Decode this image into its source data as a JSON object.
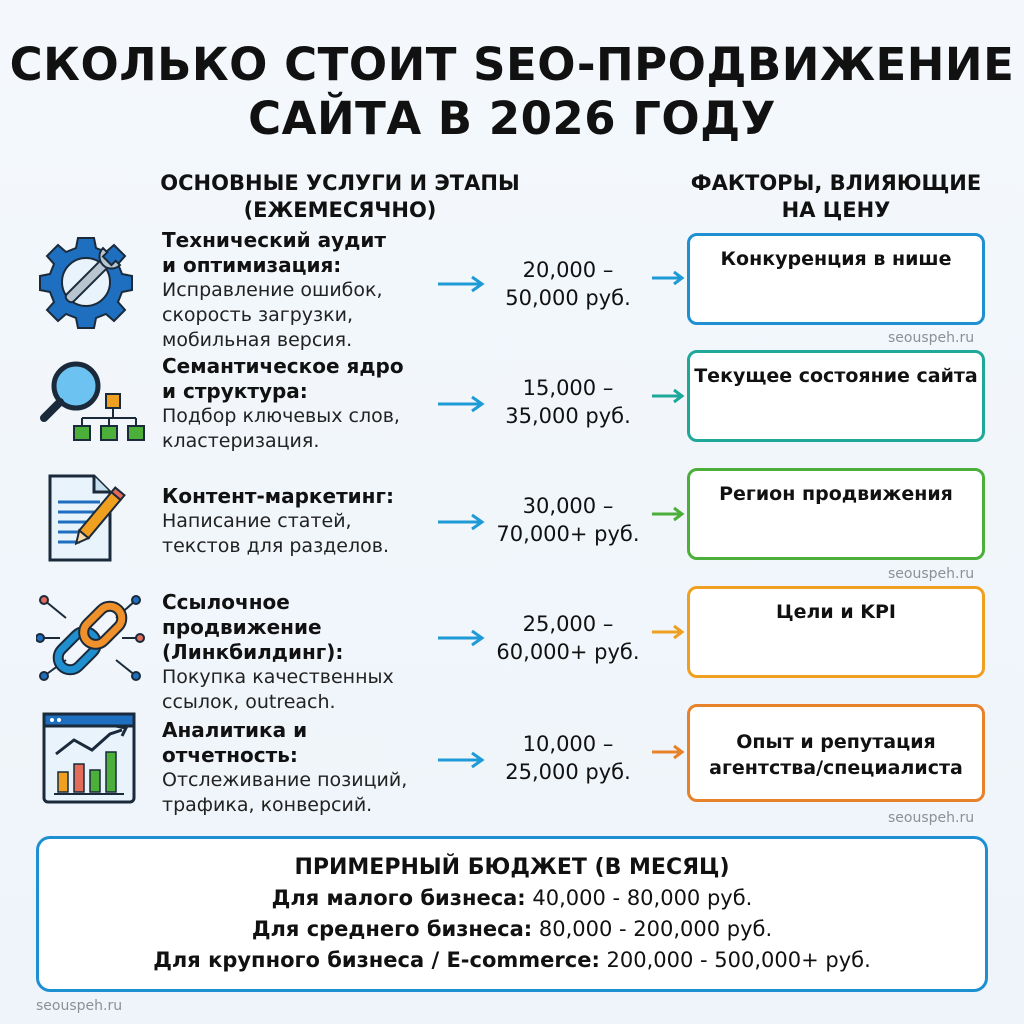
{
  "title": {
    "line1": "СКОЛЬКО СТОИТ SEO-ПРОДВИЖЕНИЕ",
    "line2": "САЙТА В 2026 ГОДУ"
  },
  "left_header": {
    "line1": "ОСНОВНЫЕ УСЛУГИ И ЭТАПЫ",
    "line2": "(ЕЖЕМЕСЯЧНО)"
  },
  "right_header": {
    "line1": "ФАКТОРЫ, ВЛИЯЮЩИЕ",
    "line2": "НА ЦЕНУ"
  },
  "services": [
    {
      "name1": "Технический аудит",
      "name2": "и оптимизация:",
      "desc1": "Исправление ошибок,",
      "desc2": "скорость загрузки,",
      "desc3": "мобильная версия.",
      "price1": "20,000 –",
      "price2": "50,000 руб.",
      "icon": "gear-wrench-icon"
    },
    {
      "name1": "Семантическое ядро",
      "name2": "и структура:",
      "desc1": "Подбор ключевых слов,",
      "desc2": "кластеризация.",
      "price1": "15,000 –",
      "price2": "35,000 руб.",
      "icon": "magnifier-structure-icon"
    },
    {
      "name1": "Контент-маркетинг:",
      "desc1": "Написание статей,",
      "desc2": "текстов для разделов.",
      "price1": "30,000 –",
      "price2": "70,000+ руб.",
      "icon": "document-pencil-icon"
    },
    {
      "name1": "Ссылочное продвижение",
      "name2": "(Линкбилдинг):",
      "desc1": "Покупка качественных",
      "desc2": "ссылок, outreach.",
      "price1": "25,000 –",
      "price2": "60,000+ руб.",
      "icon": "chain-link-icon"
    },
    {
      "name1": "Аналитика и отчетность:",
      "desc1": "Отслеживание позиций,",
      "desc2": "трафика, конверсий.",
      "price1": "10,000 –",
      "price2": "25,000 руб.",
      "icon": "analytics-chart-icon"
    }
  ],
  "factors": [
    {
      "line1": "Конкуренция в нише",
      "color": "#1e8fd0"
    },
    {
      "line1": "Текущее состояние сайта",
      "color": "#1ea89a"
    },
    {
      "line1": "Регион продвижения",
      "color": "#4caf3a"
    },
    {
      "line1": "Цели и KPI",
      "color": "#f0a020"
    },
    {
      "line1": "Опыт и репутация",
      "line2": "агентства/специалиста",
      "color": "#e8822a"
    }
  ],
  "watermark": "seouspeh.ru",
  "budget": {
    "heading": "ПРИМЕРНЫЙ БЮДЖЕТ (В МЕСЯЦ)",
    "small_label": "Для малого бизнеса:",
    "small_value": "40,000 - 80,000 руб.",
    "medium_label": "Для среднего бизнеса:",
    "medium_value": "80,000 - 200,000 руб.",
    "large_label": "Для крупного бизнеса / E-commerce:",
    "large_value": "200,000 - 500,000+ руб."
  },
  "colors": {
    "arrow": "#1e9bd7",
    "accent_blue": "#1e8fd0",
    "accent_orange": "#e8822a"
  }
}
